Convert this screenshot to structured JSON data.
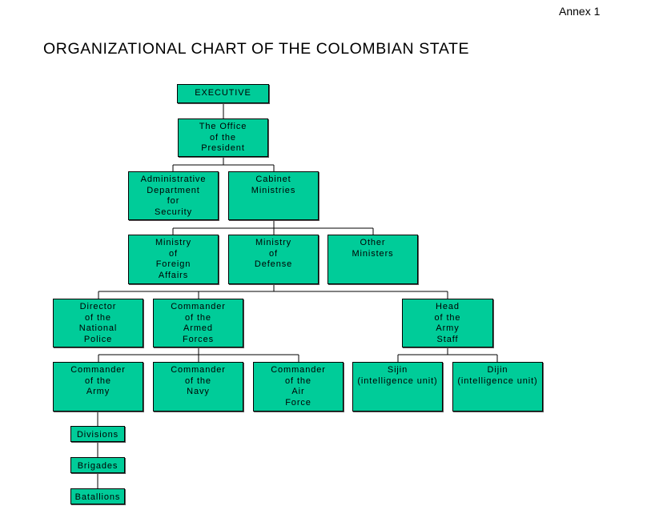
{
  "annex": "Annex 1",
  "title": "ORGANIZATIONAL CHART OF THE COLOMBIAN STATE",
  "colors": {
    "box_fill": "#00cc99",
    "line": "#000000"
  },
  "nodes": {
    "executive": "EXECUTIVE",
    "office_president": "The Office\nof the\nPresident",
    "das": "Administrative\nDepartment\nfor\nSecurity",
    "cabinet": "Cabinet\nMinistries",
    "foreign_affairs": "Ministry\nof\nForeign\nAffairs",
    "defense": "Ministry\nof\nDefense",
    "other_ministers": "Other\nMinisters",
    "police": "Director\nof the\nNational\nPolice",
    "armed_forces": "Commander\nof the\nArmed\nForces",
    "army_staff": "Head\nof the\nArmy\nStaff",
    "army": "Commander\nof the\nArmy",
    "navy": "Commander\nof the\nNavy",
    "air_force": "Commander\nof the\nAir\nForce",
    "sijin": "Sijin\n(intelligence unit)",
    "dijin": "Dijin\n(intelligence unit)",
    "divisions": "Divisions",
    "brigades": "Brigades",
    "batallions": "Batallions"
  }
}
